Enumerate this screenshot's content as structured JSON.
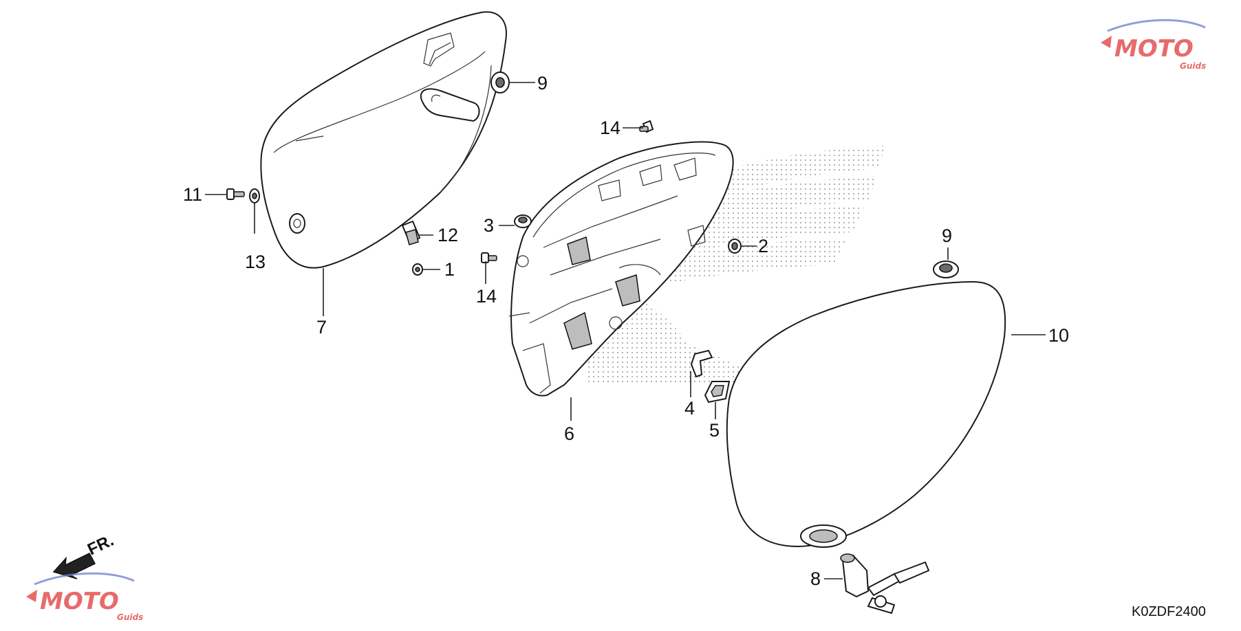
{
  "callouts": [
    {
      "label": "9"
    },
    {
      "label": "14"
    },
    {
      "label": "11"
    },
    {
      "label": "13"
    },
    {
      "label": "12"
    },
    {
      "label": "1"
    },
    {
      "label": "3"
    },
    {
      "label": "14"
    },
    {
      "label": "2"
    },
    {
      "label": "7"
    },
    {
      "label": "6"
    },
    {
      "label": "4"
    },
    {
      "label": "5"
    },
    {
      "label": "9"
    },
    {
      "label": "10"
    },
    {
      "label": "8"
    }
  ],
  "diagram_code": "K0ZDF2400",
  "front_indicator": "FR.",
  "watermark": {
    "brand": "MOTO",
    "sub": "Guids",
    "colors": {
      "red": "#e03a3a",
      "blue": "#6b7fd0"
    }
  },
  "colors": {
    "line": "#1a1a1a",
    "stipple": "#9a9a9a"
  }
}
